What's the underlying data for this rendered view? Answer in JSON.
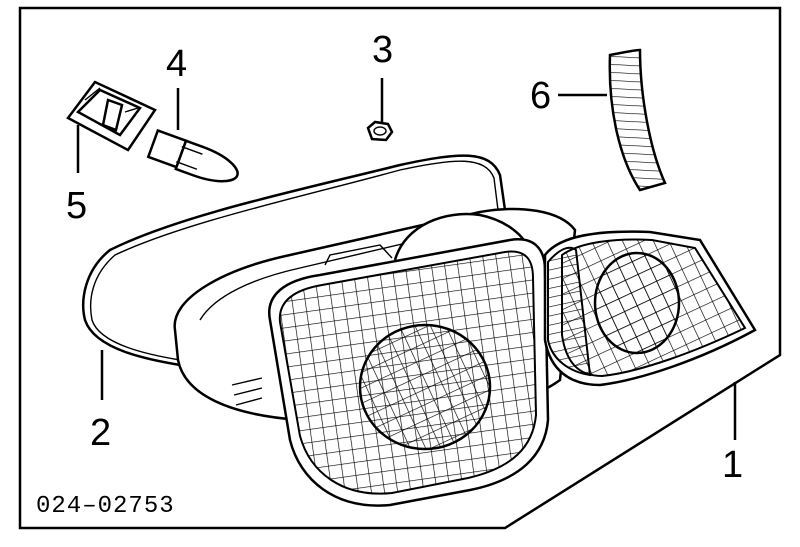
{
  "diagram": {
    "callouts": [
      {
        "id": "1",
        "label": "1"
      },
      {
        "id": "2",
        "label": "2"
      },
      {
        "id": "3",
        "label": "3"
      },
      {
        "id": "4",
        "label": "4"
      },
      {
        "id": "5",
        "label": "5"
      },
      {
        "id": "6",
        "label": "6"
      }
    ],
    "reference_number": "024–02753"
  },
  "colors": {
    "line": "#000000",
    "background": "#ffffff"
  }
}
